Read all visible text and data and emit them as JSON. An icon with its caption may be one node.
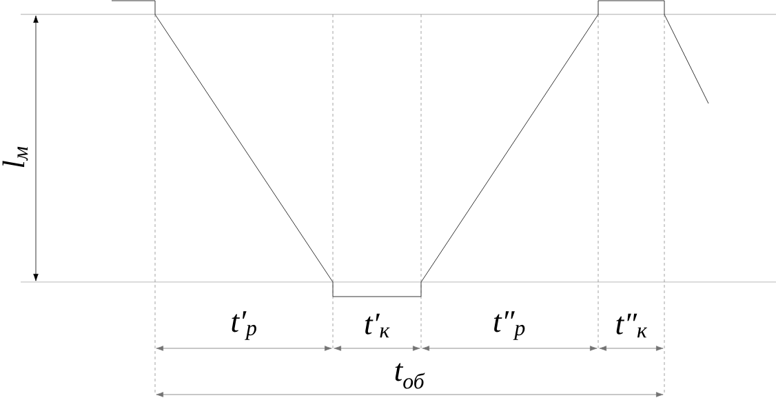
{
  "diagram": {
    "labels": [
      "l$_{м}$",
      "t′$_{р}$",
      "t′$_{к}$",
      "t″$_{р}$",
      "t″$_{к}$",
      "t$_{об}$"
    ]
  }
}
